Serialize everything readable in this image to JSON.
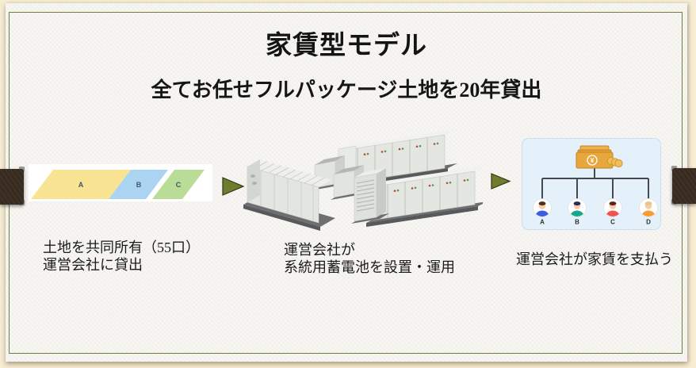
{
  "slide": {
    "title": "家賃型モデル",
    "subtitle": "全てお任せフルパッケージ土地を20年貸出"
  },
  "land": {
    "parcels": [
      {
        "label": "A",
        "color": "#f8e493"
      },
      {
        "label": "B",
        "color": "#abd4f2"
      },
      {
        "label": "C",
        "color": "#b9dc97"
      }
    ],
    "label_color": "#44546a",
    "caption_line1": "土地を共同所有（55口）",
    "caption_line2": "運営会社に貸出"
  },
  "battery": {
    "caption_line1": "運営会社が",
    "caption_line2": "系統用蓄電池を設置・運用"
  },
  "org": {
    "money_symbol": "¥",
    "members": [
      {
        "label": "A",
        "shirt_color": "#3a5de2",
        "hair_color": "#4f3318"
      },
      {
        "label": "B",
        "shirt_color": "#14a88a",
        "hair_color": "#233052"
      },
      {
        "label": "C",
        "shirt_color": "#ef5350",
        "hair_color": "#5f2320"
      },
      {
        "label": "D",
        "shirt_color": "#f59b30",
        "hair_color": "#e7c689"
      }
    ],
    "caption": "運営会社が家賃を支払う"
  },
  "colors": {
    "background": "#f7edd4",
    "slide_surface": "#f7f6f3",
    "frame_border": "#6f8138",
    "ribbon": "#372b20",
    "arrow_fill": "#6d7d2e",
    "arrow_border": "#3a3413",
    "panel_bg": "#e4f1fb",
    "panel_border": "#c8dfee",
    "connector": "#46494d",
    "money": "#e8a73c",
    "container_face": "#e4e6e2",
    "container_base": "#6d6e70"
  }
}
